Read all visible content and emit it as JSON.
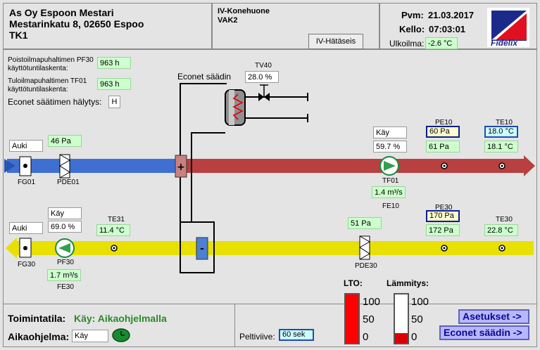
{
  "header": {
    "line1": "As Oy Espoon Mestari",
    "line2": "Mestarinkatu 8, 02650 Espoo",
    "line3": "TK1",
    "room": "IV-Konehuone",
    "unit": "VAK2",
    "emergency_button": "IV-Hätäseis",
    "date_label": "Pvm:",
    "date_value": "21.03.2017",
    "clock_label": "Kello:",
    "clock_value": "07:03:01",
    "outdoor_label": "Ulkoilma:",
    "outdoor_value": "-2.6 °C",
    "logo_text": "Fidelix"
  },
  "counters": {
    "pf30_label_1": "Poistoilmapuhaltimen PF30",
    "pf30_label_2": "käyttötuntilaskenta:",
    "pf30_value": "963 h",
    "tf01_label_1": "Tuloilmapuhaltimen TF01",
    "tf01_label_2": "käyttötuntilaskenta:",
    "tf01_value": "963 h",
    "alarm_label": "Econet säätimen hälytys:",
    "alarm_value": "H"
  },
  "diagram": {
    "econet_label": "Econet säädin",
    "tv40_label": "TV40",
    "tv40_value": "28.0 %",
    "supply": {
      "fg01_state": "Auki",
      "fg01_label": "FG01",
      "pde01_value": "46 Pa",
      "pde01_label": "PDE01",
      "tf01_state": "Käy",
      "tf01_speed": "59.7 %",
      "tf01_label": "TF01",
      "fe10_value": "1.4 m³/s",
      "fe10_label": "FE10",
      "pe10_label": "PE10",
      "pe10_setpoint": "60 Pa",
      "pe10_value": "61 Pa",
      "te10_label": "TE10",
      "te10_setpoint": "18.0 °C",
      "te10_value": "18.1 °C"
    },
    "exhaust": {
      "fg30_state": "Auki",
      "fg30_label": "FG30",
      "pf30_state": "Käy",
      "pf30_speed": "69.0 %",
      "pf30_label": "PF30",
      "fe30_value": "1.7 m³/s",
      "fe30_label": "FE30",
      "te31_label": "TE31",
      "te31_value": "11.4 °C",
      "pde30_value": "51 Pa",
      "pde30_label": "PDE30",
      "pe30_label": "PE30",
      "pe30_setpoint": "170 Pa",
      "pe30_value": "172 Pa",
      "te30_label": "TE30",
      "te30_value": "22.8 °C"
    }
  },
  "footer": {
    "mode_label": "Toimintatila:",
    "mode_value": "Käy: Aikaohjelmalla",
    "schedule_label": "Aikaohjelma:",
    "schedule_value": "Käy",
    "damper_label": "Peltiviive:",
    "damper_value": "60 sek",
    "lto_label": "LTO:",
    "lto_percent": 100,
    "heating_label": "Lämmitys:",
    "heating_percent": 20,
    "scale_100": "100",
    "scale_50": "50",
    "scale_0": "0",
    "settings_button": "Asetukset ->",
    "econet_button": "Econet säädin ->"
  },
  "colors": {
    "supply_air": "#b84040",
    "outdoor_air": "#3f6fd0",
    "exhaust_air": "#e8e000",
    "accent_green": "#ccffcc",
    "lto_fill": "#ff0000",
    "heating_fill": "#dd0000"
  },
  "icons": [
    "heat-exchange-icon",
    "fan-icon",
    "damper-icon",
    "filter-icon",
    "valve-icon",
    "heating-coil-icon",
    "sensor-icon",
    "clock-icon",
    "fidelix-logo-icon"
  ]
}
